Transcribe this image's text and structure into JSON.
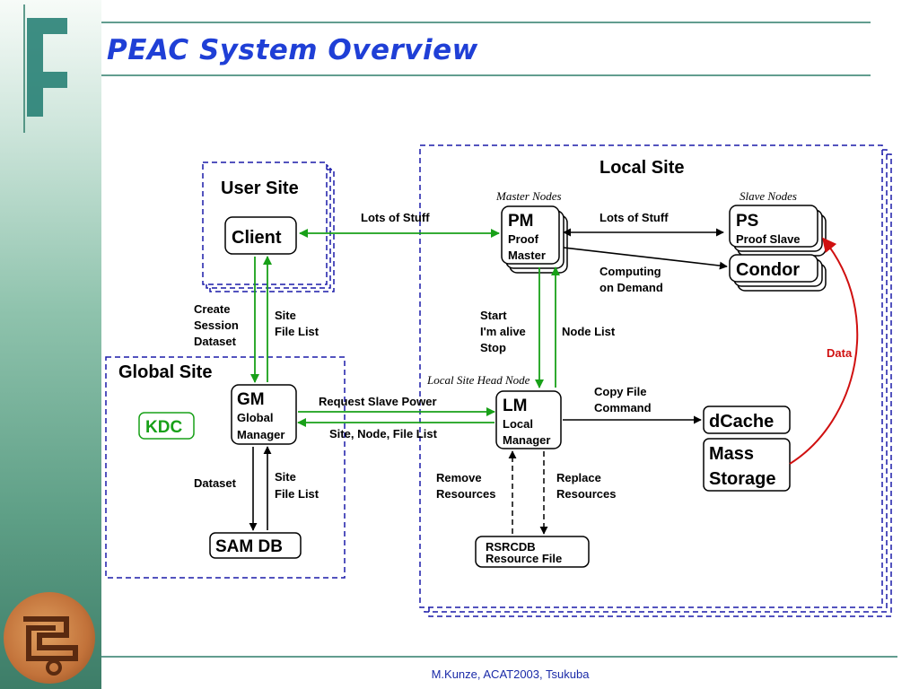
{
  "title": "PEAC System Overview",
  "footer": "M.Kunze, ACAT2003, Tsukuba",
  "regions": {
    "user_site": "User Site",
    "global_site": "Global Site",
    "local_site": "Local Site",
    "master_nodes": "Master Nodes",
    "slave_nodes": "Slave Nodes",
    "local_head_node": "Local Site Head Node"
  },
  "nodes": {
    "client": "Client",
    "gm_title": "GM",
    "gm_sub1": "Global",
    "gm_sub2": "Manager",
    "kdc": "KDC",
    "sam_db": "SAM DB",
    "pm_title": "PM",
    "pm_sub1": "Proof",
    "pm_sub2": "Master",
    "ps_title": "PS",
    "ps_sub": "Proof Slave",
    "condor": "Condor",
    "lm_title": "LM",
    "lm_sub1": "Local",
    "lm_sub2": "Manager",
    "dcache": "dCache",
    "mass1": "Mass",
    "mass2": "Storage",
    "rsrcdb1": "RSRCDB",
    "rsrcdb2": "Resource File"
  },
  "edges": {
    "client_pm": "Lots of Stuff",
    "pm_ps": "Lots of Stuff",
    "computing1": "Computing",
    "computing2": "on Demand",
    "create1": "Create",
    "create2": "Session",
    "create3": "Dataset",
    "site_file1a": "Site",
    "site_file1b": "File List",
    "start": "Start",
    "alive": "I'm alive",
    "stop": "Stop",
    "node_list": "Node List",
    "request_slave": "Request Slave Power",
    "site_node_file": "Site, Node, File List",
    "copy1": "Copy File",
    "copy2": "Command",
    "data": "Data",
    "dataset": "Dataset",
    "site_file2a": "Site",
    "site_file2b": "File List",
    "remove1": "Remove",
    "remove2": "Resources",
    "replace1": "Replace",
    "replace2": "Resources"
  },
  "colors": {
    "title": "#1f3fd6",
    "frame": "#1a1aa8",
    "green_arrow": "#18a018",
    "red_arrow": "#d01010",
    "kdc": "#18a018",
    "rule": "#2e7d6a"
  }
}
